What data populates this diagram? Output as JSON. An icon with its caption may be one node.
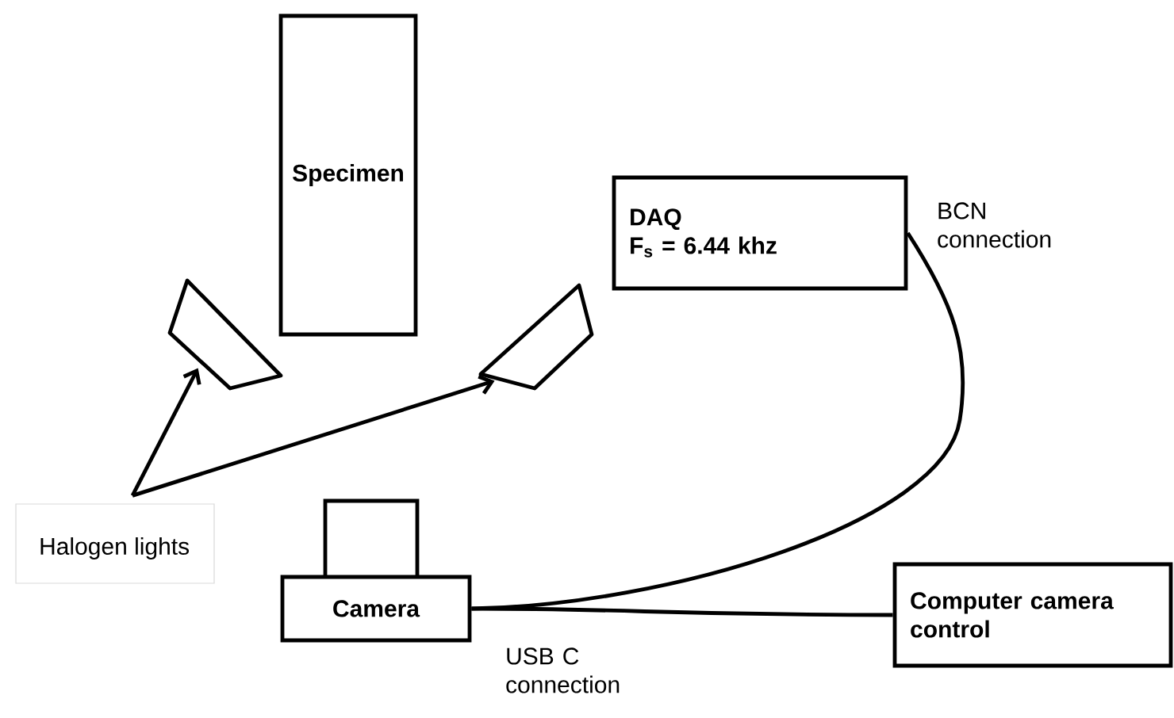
{
  "diagram": {
    "nodes": [
      {
        "text": [
          "Specimen"
        ]
      },
      {
        "text": [
          "DAQ",
          "F$_{s}$ = 6.44 khz"
        ]
      },
      {
        "text": [],
        "shape": "picture"
      },
      {
        "text": [],
        "shape": "picture"
      },
      {
        "text": [
          "Halogen lights"
        ]
      },
      {
        "text": [
          "Camera"
        ]
      },
      {
        "text": [
          "Computer camera control"
        ]
      }
    ],
    "edges": [
      {
        "from": 4,
        "to": 2,
        "arrow": "to"
      },
      {
        "from": 4,
        "to": 3,
        "arrow": "to"
      },
      {
        "from": 1,
        "to": 5,
        "arrow": "none",
        "label": "BCN connection"
      },
      {
        "from": 5,
        "to": 6,
        "arrow": "none",
        "label": "USB C connection"
      }
    ]
  }
}
